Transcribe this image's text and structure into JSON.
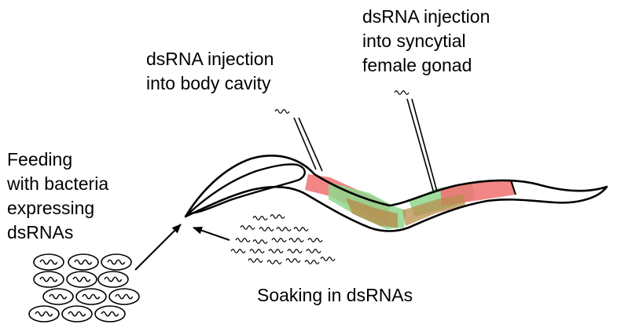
{
  "labels": {
    "feeding": [
      "Feeding",
      "with bacteria",
      "expressing",
      "dsRNAs"
    ],
    "body_cavity": [
      "dsRNA injection",
      "into body cavity"
    ],
    "gonad": [
      "dsRNA injection",
      "into syncytial",
      "female gonad"
    ],
    "soaking": [
      "Soaking in dsRNAs"
    ]
  },
  "icons": {
    "dsrna_fragment": "dsrna-fragment-icon",
    "bacterium": "bacterium-icon",
    "worm": "worm-icon",
    "arrow": "arrow-icon",
    "needle": "needle-icon"
  },
  "colors": {
    "outline": "#000000",
    "red_region": "#f07070",
    "green_region": "#8ed88e",
    "overlap_region": "#b88c4c"
  }
}
